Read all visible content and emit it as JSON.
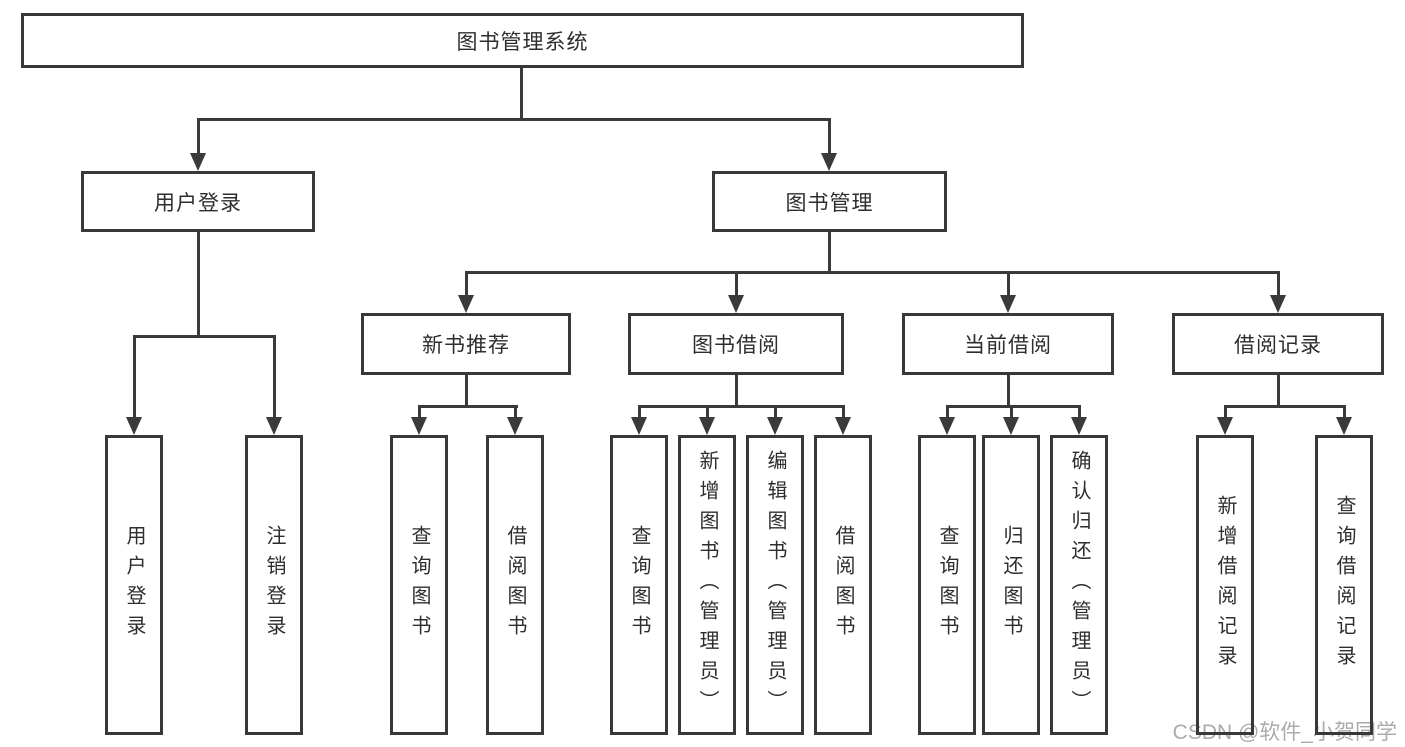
{
  "diagram": {
    "title": "图书管理系统",
    "colors": {
      "line": "#3a3a3a",
      "border": "#383838",
      "text": "#2e2e2e",
      "watermark": "#ababab"
    },
    "nodes": {
      "root": "图书管理系统",
      "level2": [
        "用户登录",
        "图书管理"
      ],
      "level3": [
        "新书推荐",
        "图书借阅",
        "当前借阅",
        "借阅记录"
      ],
      "leaves": [
        "用户登录",
        "注销登录",
        "查询图书",
        "借阅图书",
        "查询图书",
        "新增图书（管理员）",
        "编辑图书（管理员）",
        "借阅图书",
        "查询图书",
        "归还图书",
        "确认归还（管理员）",
        "新增借阅记录",
        "查询借阅记录"
      ]
    },
    "hierarchy": {
      "图书管理系统": [
        "用户登录",
        "图书管理"
      ],
      "用户登录": [
        "用户登录",
        "注销登录"
      ],
      "图书管理": [
        "新书推荐",
        "图书借阅",
        "当前借阅",
        "借阅记录"
      ],
      "新书推荐": [
        "查询图书",
        "借阅图书"
      ],
      "图书借阅": [
        "查询图书",
        "新增图书（管理员）",
        "编辑图书（管理员）",
        "借阅图书"
      ],
      "当前借阅": [
        "查询图书",
        "归还图书",
        "确认归还（管理员）"
      ],
      "借阅记录": [
        "新增借阅记录",
        "查询借阅记录"
      ]
    }
  },
  "watermark": "CSDN @软件_小贺同学"
}
